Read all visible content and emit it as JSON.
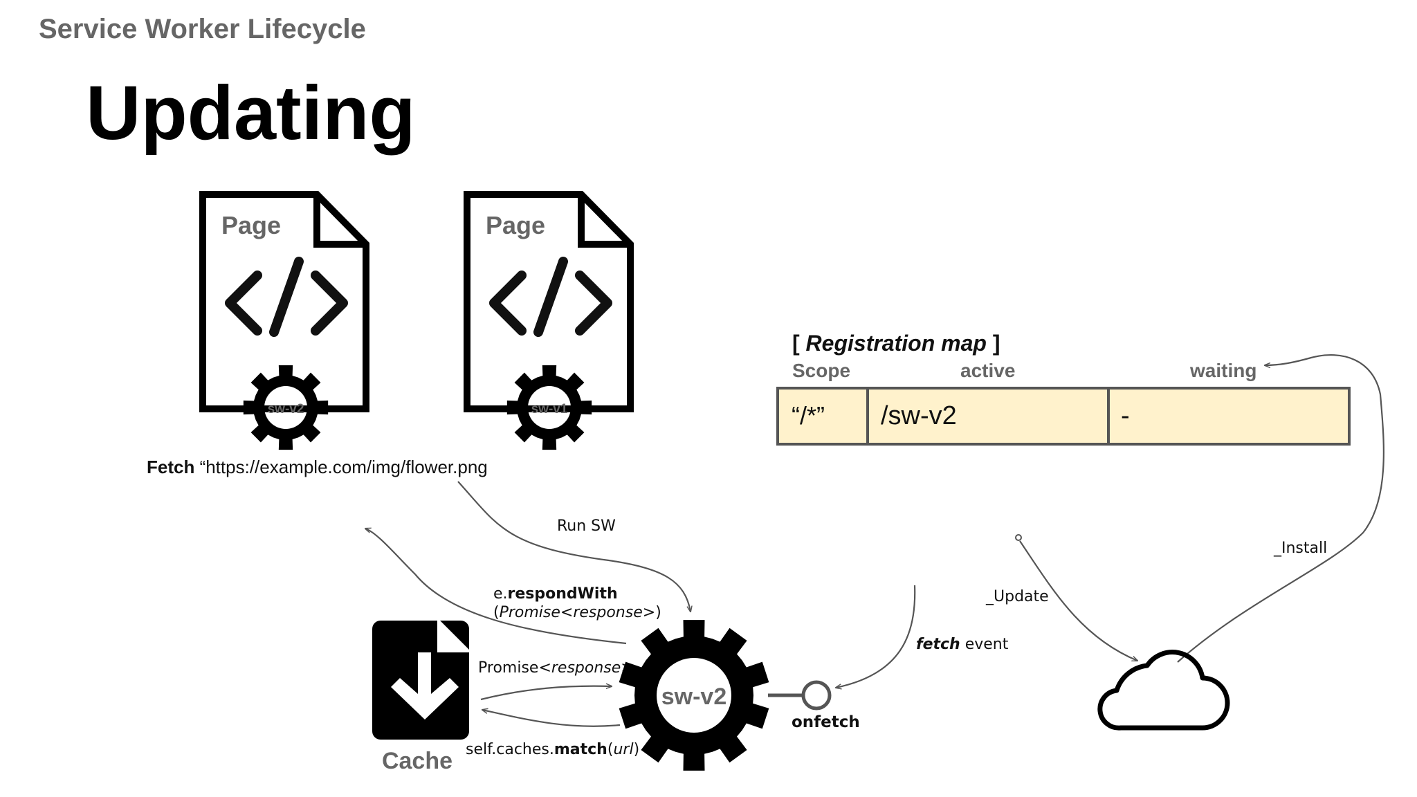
{
  "slide": {
    "subtitle": "Service Worker Lifecycle",
    "title": "Updating"
  },
  "pages": [
    {
      "label": "Page",
      "sw": "sw-v2"
    },
    {
      "label": "Page",
      "sw": "sw-v1"
    }
  ],
  "fetch_line": {
    "bold": "Fetch",
    "rest": " “https://example.com/img/flower.png"
  },
  "registration_map": {
    "title_bracket_open": "[ ",
    "title_italic": "Registration map",
    "title_bracket_close": " ]",
    "headers": [
      "Scope",
      "active",
      "waiting"
    ],
    "row": [
      "“/*”",
      "/sw-v2",
      "-"
    ]
  },
  "arrows": {
    "run_sw": "Run SW",
    "respond_prefix": "e.",
    "respond_bold": "respondWith",
    "respond_line2_open": "(",
    "respond_line2_italic": "Promise<response>",
    "respond_line2_close": ")",
    "promise_plain": "Promise<",
    "promise_italic": "response",
    "promise_close": ">",
    "match_prefix": "self.caches.",
    "match_bold": "match",
    "match_open": "(",
    "match_italic": "url",
    "match_close": ")",
    "fetch_event_italic": "fetch",
    "fetch_event_rest": " event",
    "update": "_Update",
    "install": "_Install"
  },
  "worker": {
    "label": "sw-v2",
    "handler": "onfetch"
  },
  "cache": {
    "label": "Cache"
  },
  "colors": {
    "cell_fill": "#fff2cc",
    "table_border": "#555555",
    "header_text": "#666666",
    "arrow": "#555555"
  },
  "icons": [
    "page-code-icon",
    "gear-icon",
    "cache-download-icon",
    "cloud-icon"
  ]
}
